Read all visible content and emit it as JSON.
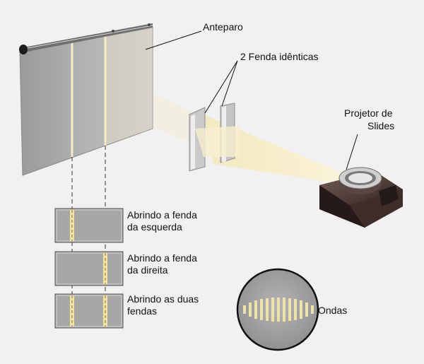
{
  "labels": {
    "screen": "Anteparo",
    "slits": "2  Fenda idênticas",
    "projector_line1": "Projetor de",
    "projector_line2": "Slides",
    "waves": "Ondas"
  },
  "patterns": [
    {
      "line1": "Abrindo a fenda",
      "line2": "da esquerda"
    },
    {
      "line1": "Abrindo a fenda",
      "line2": "da direita"
    },
    {
      "line1": "Abrindo as duas",
      "line2": "fendas"
    }
  ],
  "colors": {
    "background": "#f1f1f1",
    "screen": "#a9a9a9",
    "light": "#f6edc4",
    "fringe": "#efe2a6",
    "projector": "#3b2a28"
  }
}
